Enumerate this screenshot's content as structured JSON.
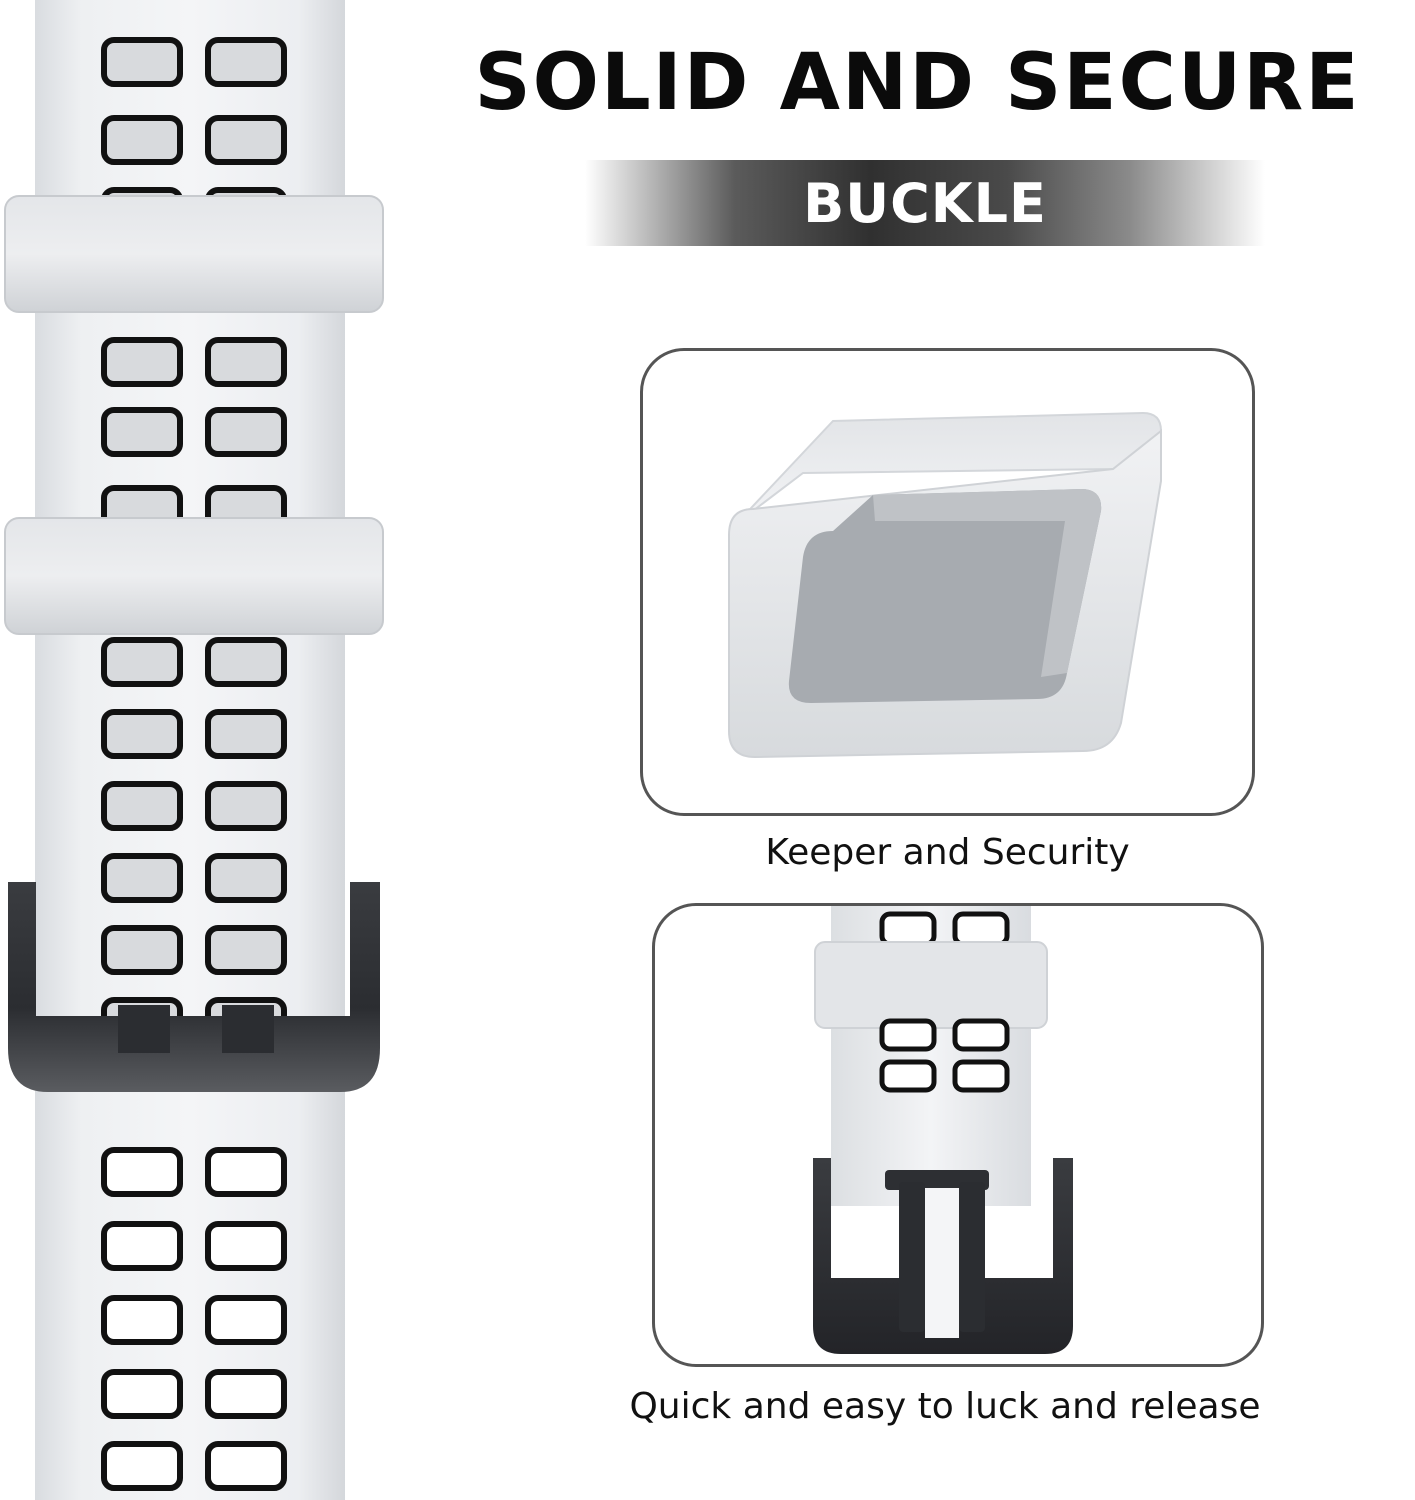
{
  "headline": "SOLID AND SECURE",
  "banner": "BUCKLE",
  "captions": {
    "keeper": "Keeper and Security",
    "buckle": "Quick and easy to luck and release"
  },
  "colors": {
    "band": "#e9ebee",
    "band_shadow": "#cfd2d6",
    "hole": "#111111",
    "buckle_metal": "#2b2d31",
    "panel_border": "#555555",
    "banner_dark": "#303030"
  },
  "icons": {
    "strap": "watch-band-strap",
    "keeper": "strap-keeper-loop",
    "buckle": "pin-buckle"
  }
}
